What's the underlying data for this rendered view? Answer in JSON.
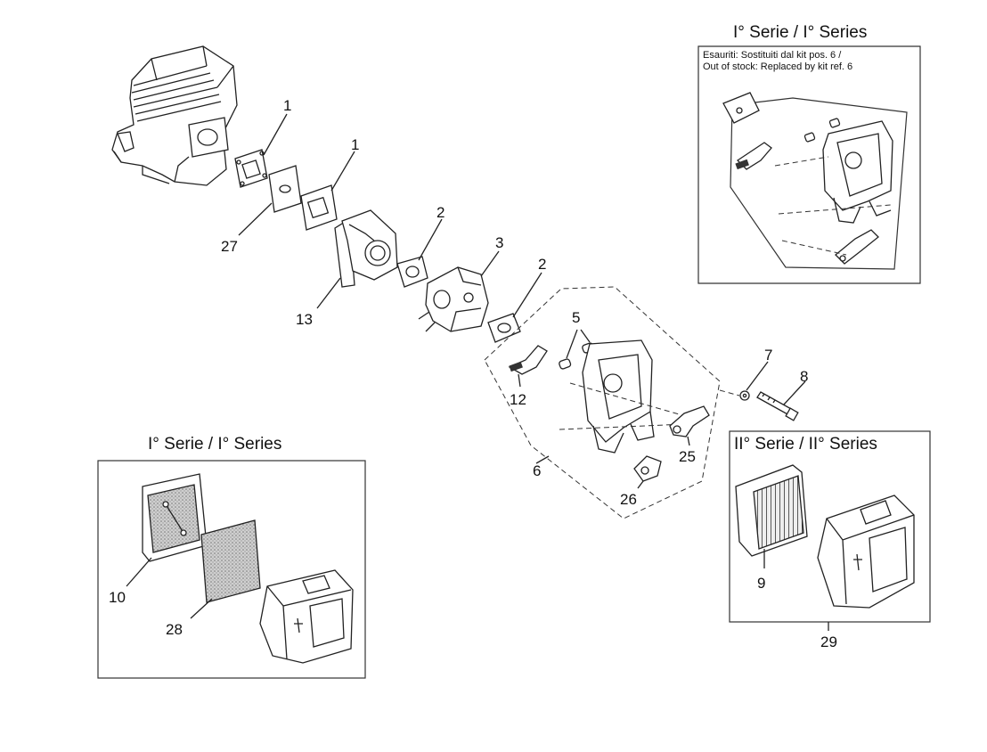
{
  "panels": {
    "top_right_title": "I° Serie / I° Series",
    "top_right_note_line1": "Esauriti: Sostituiti dal kit pos. 6 /",
    "top_right_note_line2": "Out of stock: Replaced by kit ref. 6",
    "bottom_left_title": "I° Serie / I° Series",
    "bottom_right_title": "II° Serie / II° Series"
  },
  "callouts": {
    "gasket_upper": "1",
    "gasket_lower": "1",
    "plate": "27",
    "intake_manifold": "13",
    "carb_gasket_a": "2",
    "carburetor": "3",
    "carb_gasket_b": "2",
    "spacers": "5",
    "choke_lever": "12",
    "airbox_kit": "6",
    "washer": "7",
    "bolt": "8",
    "link_25": "25",
    "link_26": "26",
    "foam_frame": "10",
    "foam_filter": "28",
    "paper_filter": "9",
    "cover_kit": "29"
  },
  "icons": [
    "engine-cylinder-icon",
    "gasket-icon",
    "plate-icon",
    "manifold-icon",
    "carburetor-icon",
    "air-box-icon",
    "spacer-icon",
    "lever-icon",
    "washer-icon",
    "bolt-icon",
    "link-icon",
    "foam-filter-icon",
    "paper-filter-icon",
    "filter-cover-icon"
  ]
}
